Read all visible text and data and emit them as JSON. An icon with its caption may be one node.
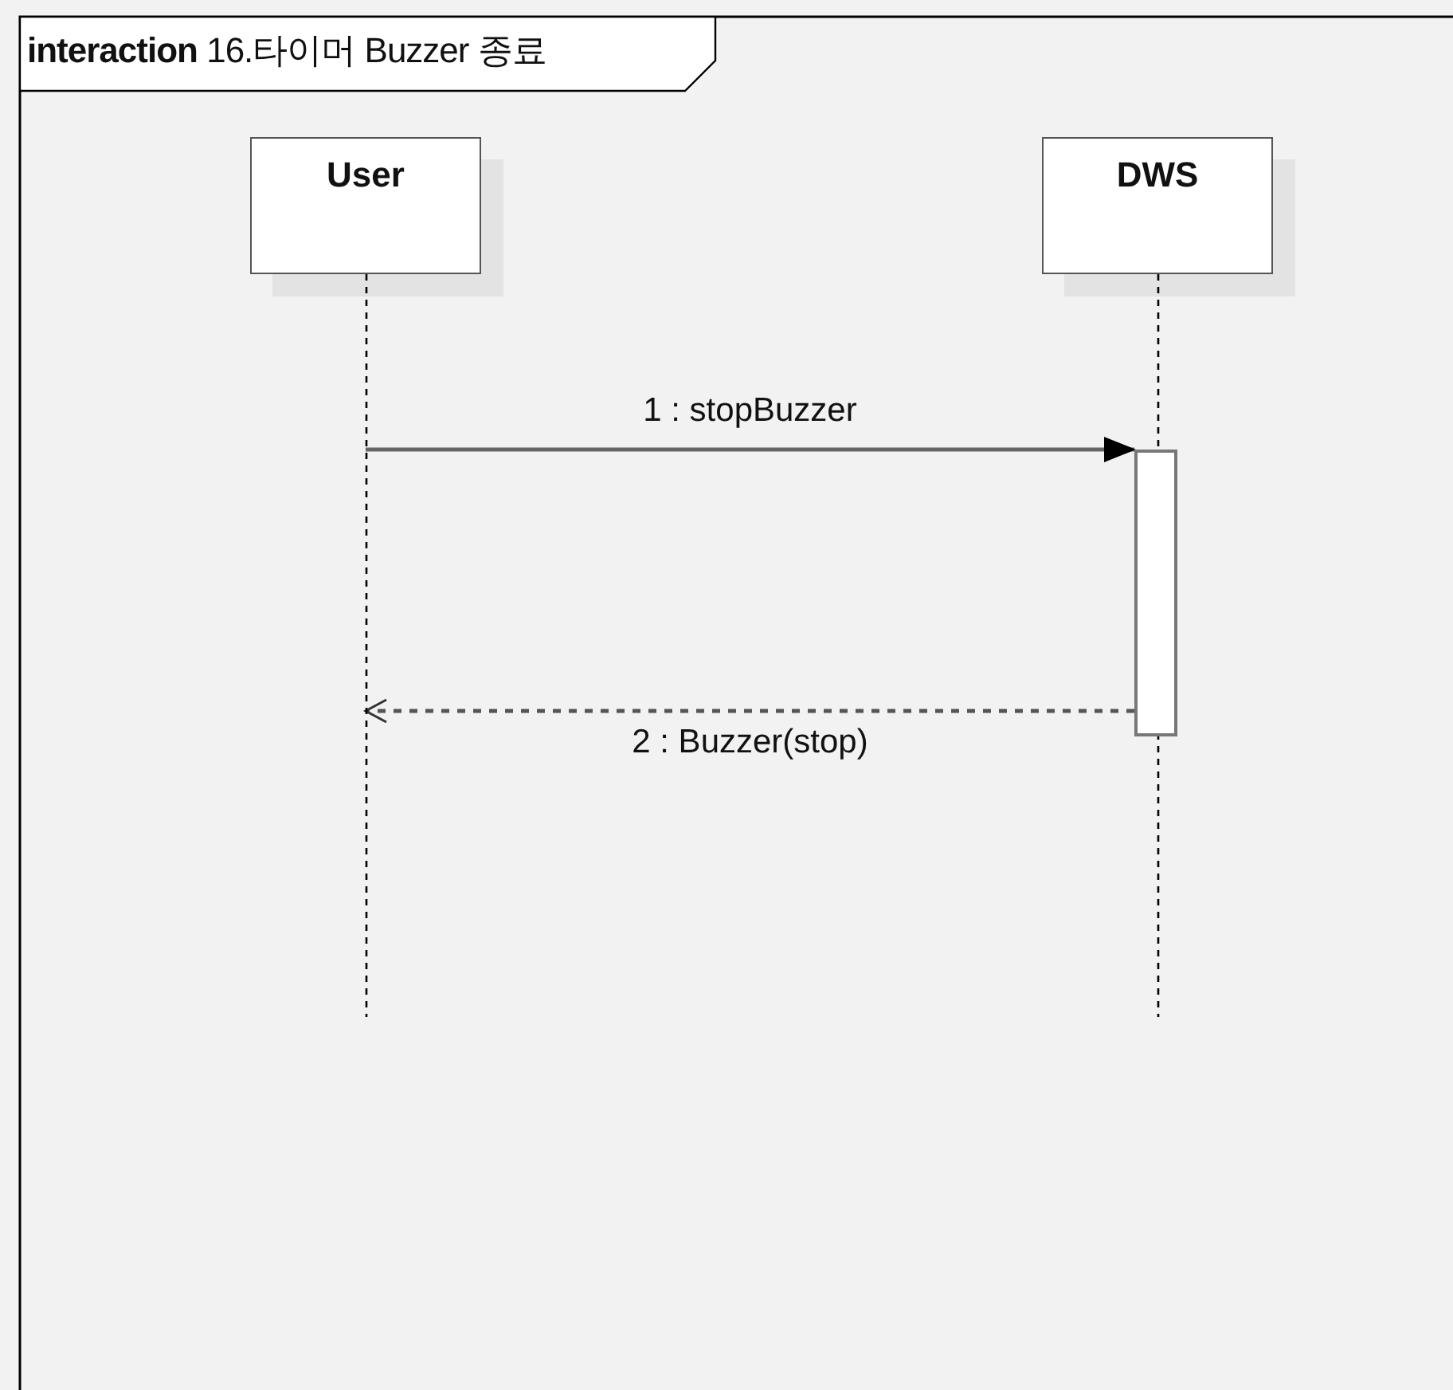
{
  "diagram": {
    "nodes": [
      {
        "text": [
          "**interaction** 16.타이머 Buzzer 종료"
        ]
      },
      {
        "text": [
          "User"
        ],
        "in": 0
      },
      {
        "text": [
          "DWS"
        ],
        "in": 0
      },
      {
        "text": [],
        "shape": "bar",
        "in": 2
      }
    ],
    "edges": [
      {
        "from": 1,
        "to": 3,
        "arrow": "to",
        "label": "1 : stopBuzzer"
      },
      {
        "from": 3,
        "to": 1,
        "arrow": "to",
        "label": "2 : Buzzer(stop)",
        "style": "dashed"
      }
    ]
  }
}
